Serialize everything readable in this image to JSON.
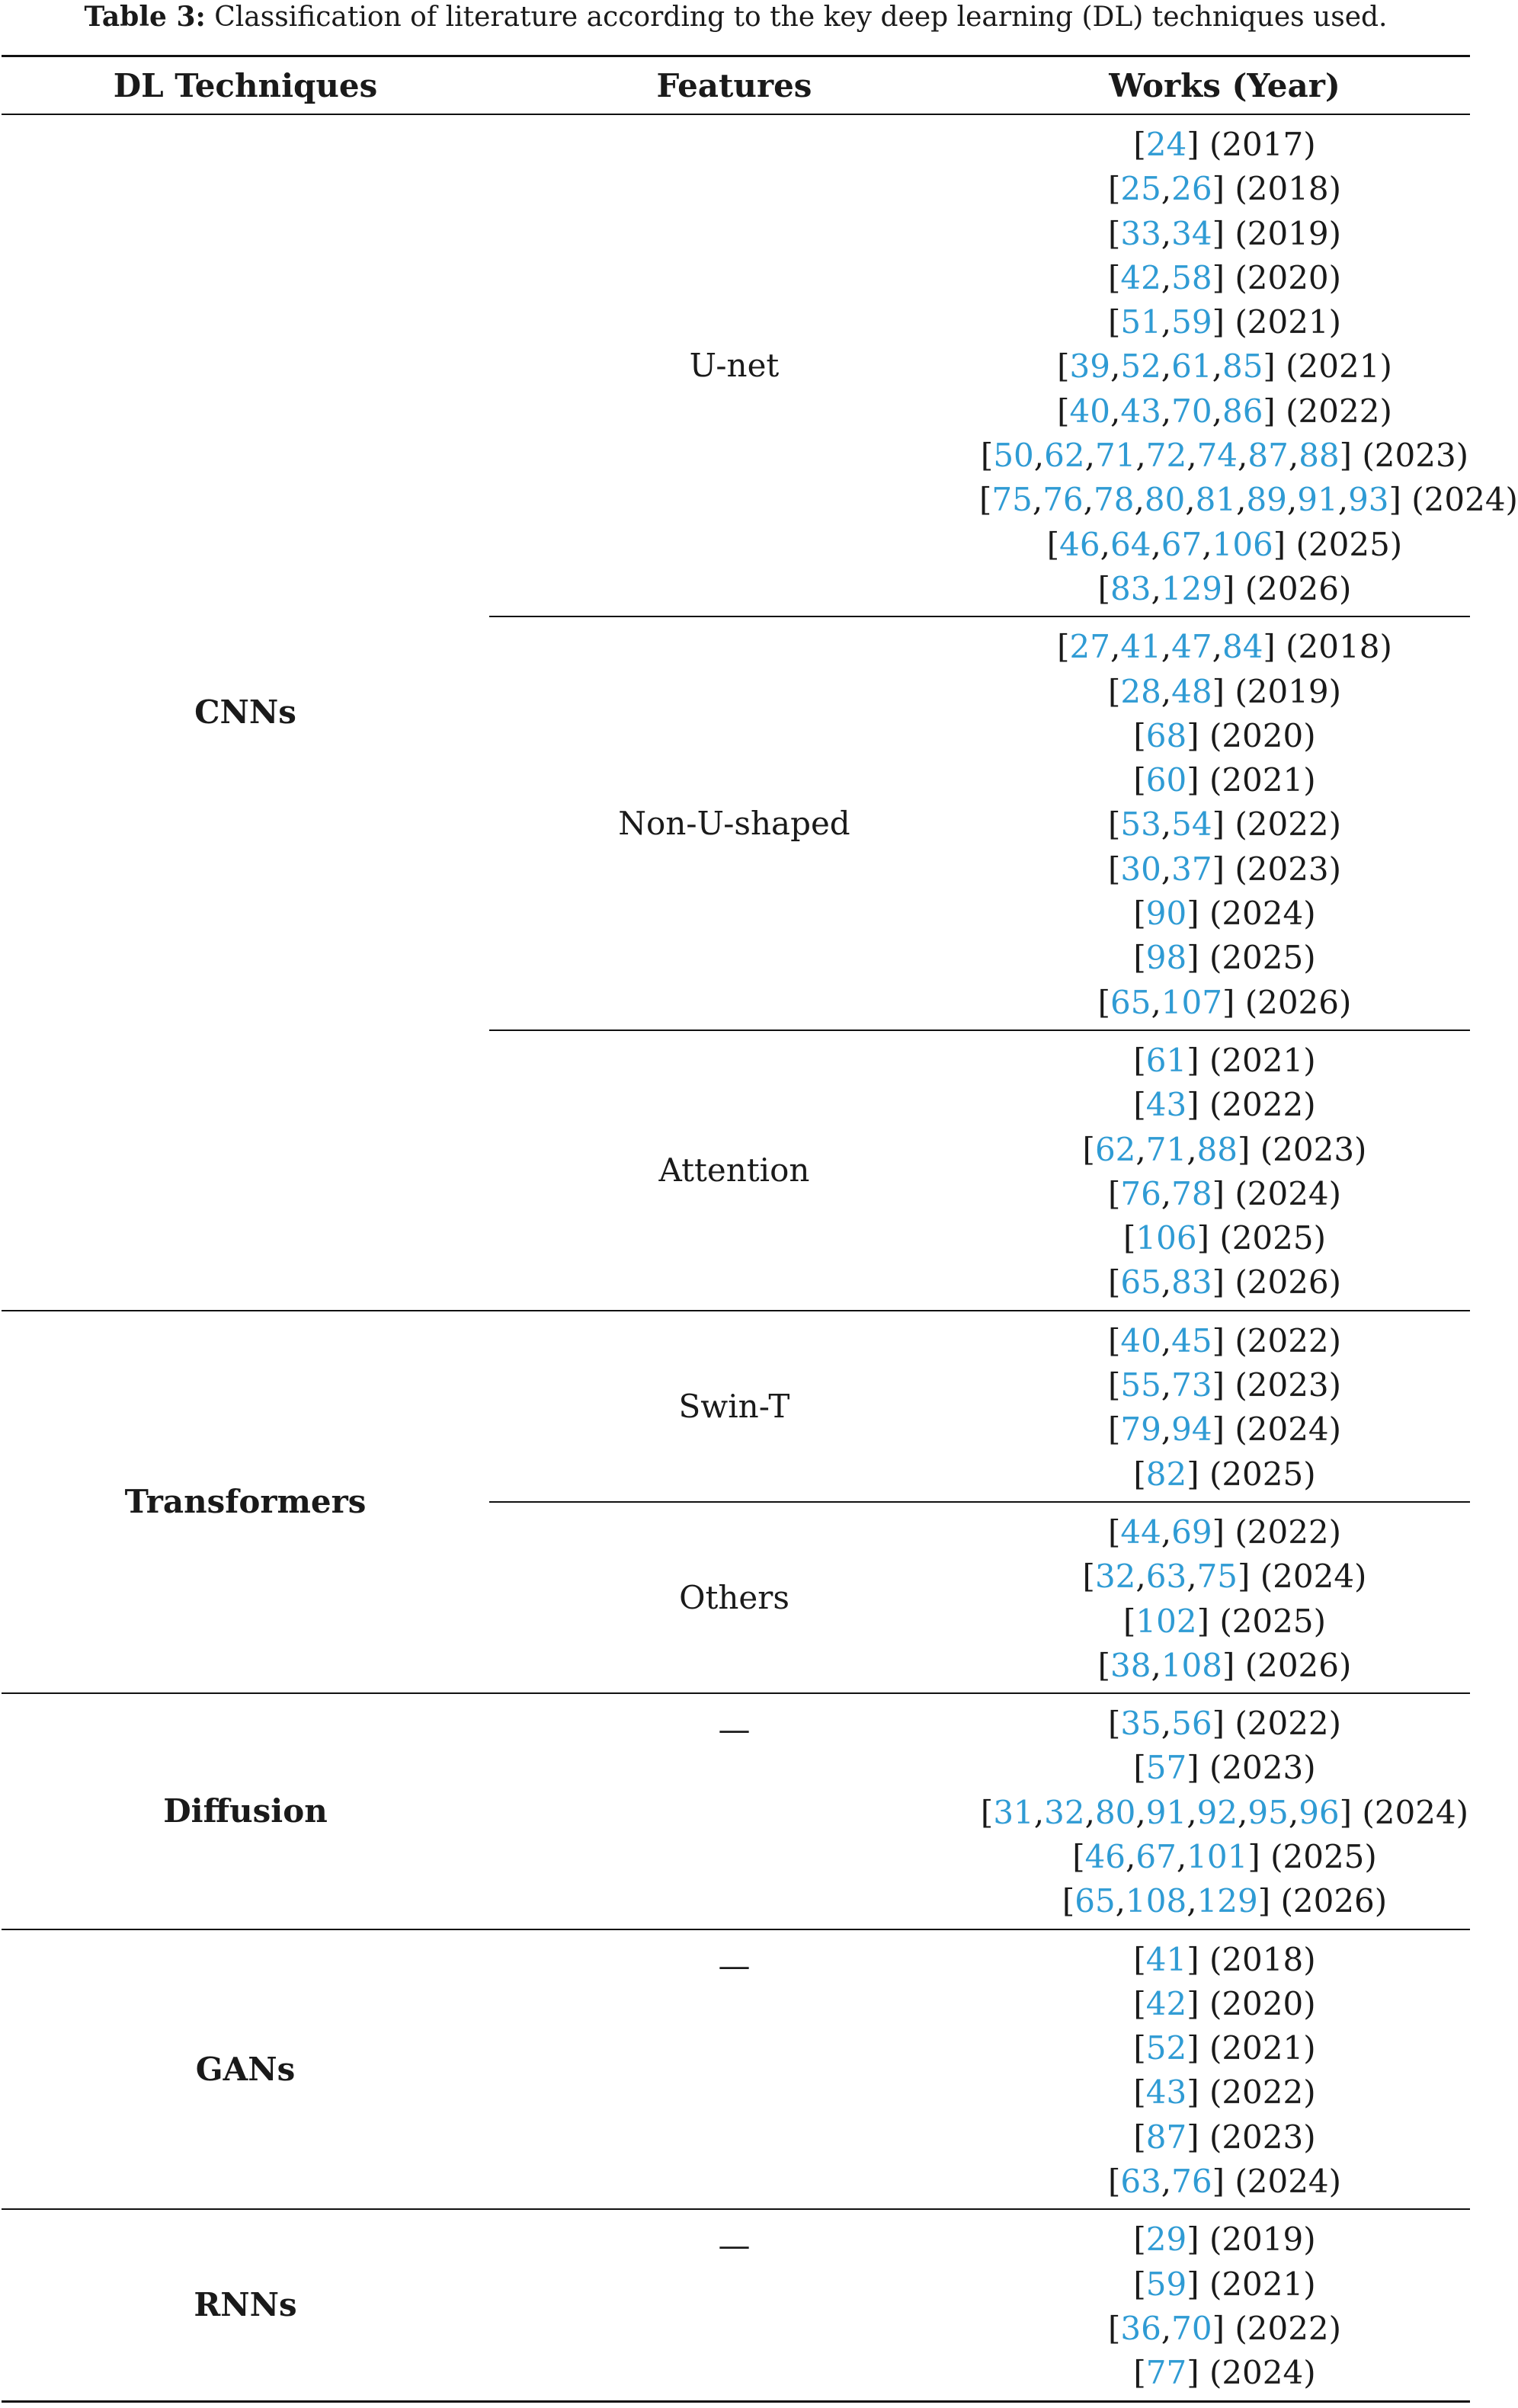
{
  "caption": {
    "label": "Table 3:",
    "text": "Classification of literature according to the key deep learning (DL) techniques used."
  },
  "headers": [
    "DL Techniques",
    "Features",
    "Works (Year)"
  ],
  "groups": [
    {
      "technique": "CNNs",
      "subgroups": [
        {
          "feature": "U-net",
          "align": "middle",
          "works": [
            {
              "refs": [
                "24"
              ],
              "year": "(2017)"
            },
            {
              "refs": [
                "25",
                "26"
              ],
              "year": "(2018)"
            },
            {
              "refs": [
                "33",
                "34"
              ],
              "year": "(2019)"
            },
            {
              "refs": [
                "42",
                "58"
              ],
              "year": "(2020)"
            },
            {
              "refs": [
                "51",
                "59"
              ],
              "year": "(2021)"
            },
            {
              "refs": [
                "39",
                "52",
                "61",
                "85"
              ],
              "year": "(2021)"
            },
            {
              "refs": [
                "40",
                "43",
                "70",
                "86"
              ],
              "year": "(2022)"
            },
            {
              "refs": [
                "50",
                "62",
                "71",
                "72",
                "74",
                "87",
                "88"
              ],
              "year": "(2023)"
            },
            {
              "refs": [
                "75",
                "76",
                "78",
                "80",
                "81",
                "89",
                "91",
                "93"
              ],
              "year": "(2024)"
            },
            {
              "refs": [
                "46",
                "64",
                "67",
                "106"
              ],
              "year": "(2025)"
            },
            {
              "refs": [
                "83",
                "129"
              ],
              "year": "(2026)"
            }
          ]
        },
        {
          "feature": "Non-U-shaped",
          "align": "middle",
          "works": [
            {
              "refs": [
                "27",
                "41",
                "47",
                "84"
              ],
              "year": "(2018)"
            },
            {
              "refs": [
                "28",
                "48"
              ],
              "year": "(2019)"
            },
            {
              "refs": [
                "68"
              ],
              "year": "(2020)"
            },
            {
              "refs": [
                "60"
              ],
              "year": "(2021)"
            },
            {
              "refs": [
                "53",
                "54"
              ],
              "year": "(2022)"
            },
            {
              "refs": [
                "30",
                "37"
              ],
              "year": "(2023)"
            },
            {
              "refs": [
                "90"
              ],
              "year": "(2024)"
            },
            {
              "refs": [
                "98"
              ],
              "year": "(2025)"
            },
            {
              "refs": [
                "65",
                "107"
              ],
              "year": "(2026)"
            }
          ]
        },
        {
          "feature": "Attention",
          "align": "middle",
          "works": [
            {
              "refs": [
                "61"
              ],
              "year": "(2021)"
            },
            {
              "refs": [
                "43"
              ],
              "year": "(2022)"
            },
            {
              "refs": [
                "62",
                "71",
                "88"
              ],
              "year": "(2023)"
            },
            {
              "refs": [
                "76",
                "78"
              ],
              "year": "(2024)"
            },
            {
              "refs": [
                "106"
              ],
              "year": "(2025)"
            },
            {
              "refs": [
                "65",
                "83"
              ],
              "year": "(2026)"
            }
          ]
        }
      ]
    },
    {
      "technique": "Transformers",
      "subgroups": [
        {
          "feature": "Swin-T",
          "align": "middle",
          "works": [
            {
              "refs": [
                "40",
                "45"
              ],
              "year": "(2022)"
            },
            {
              "refs": [
                "55",
                "73"
              ],
              "year": "(2023)"
            },
            {
              "refs": [
                "79",
                "94"
              ],
              "year": "(2024)"
            },
            {
              "refs": [
                "82"
              ],
              "year": "(2025)"
            }
          ]
        },
        {
          "feature": "Others",
          "align": "middle",
          "works": [
            {
              "refs": [
                "44",
                "69"
              ],
              "year": "(2022)"
            },
            {
              "refs": [
                "32",
                "63",
                "75"
              ],
              "year": "(2024)"
            },
            {
              "refs": [
                "102"
              ],
              "year": "(2025)"
            },
            {
              "refs": [
                "38",
                "108"
              ],
              "year": "(2026)"
            }
          ]
        }
      ]
    },
    {
      "technique": "Diffusion",
      "subgroups": [
        {
          "feature": "—",
          "align": "top",
          "works": [
            {
              "refs": [
                "35",
                "56"
              ],
              "year": "(2022)"
            },
            {
              "refs": [
                "57"
              ],
              "year": "(2023)"
            },
            {
              "refs": [
                "31",
                "32",
                "80",
                "91",
                "92",
                "95",
                "96"
              ],
              "year": "(2024)"
            },
            {
              "refs": [
                "46",
                "67",
                "101"
              ],
              "year": "(2025)"
            },
            {
              "refs": [
                "65",
                "108",
                "129"
              ],
              "year": "(2026)"
            }
          ]
        }
      ]
    },
    {
      "technique": "GANs",
      "subgroups": [
        {
          "feature": "—",
          "align": "top",
          "works": [
            {
              "refs": [
                "41"
              ],
              "year": "(2018)"
            },
            {
              "refs": [
                "42"
              ],
              "year": "(2020)"
            },
            {
              "refs": [
                "52"
              ],
              "year": "(2021)"
            },
            {
              "refs": [
                "43"
              ],
              "year": "(2022)"
            },
            {
              "refs": [
                "87"
              ],
              "year": "(2023)"
            },
            {
              "refs": [
                "63",
                "76"
              ],
              "year": "(2024)"
            }
          ]
        }
      ]
    },
    {
      "technique": "RNNs",
      "subgroups": [
        {
          "feature": "—",
          "align": "top",
          "works": [
            {
              "refs": [
                "29"
              ],
              "year": "(2019)"
            },
            {
              "refs": [
                "59"
              ],
              "year": "(2021)"
            },
            {
              "refs": [
                "36",
                "70"
              ],
              "year": "(2022)"
            },
            {
              "refs": [
                "77"
              ],
              "year": "(2024)"
            }
          ]
        }
      ]
    }
  ]
}
